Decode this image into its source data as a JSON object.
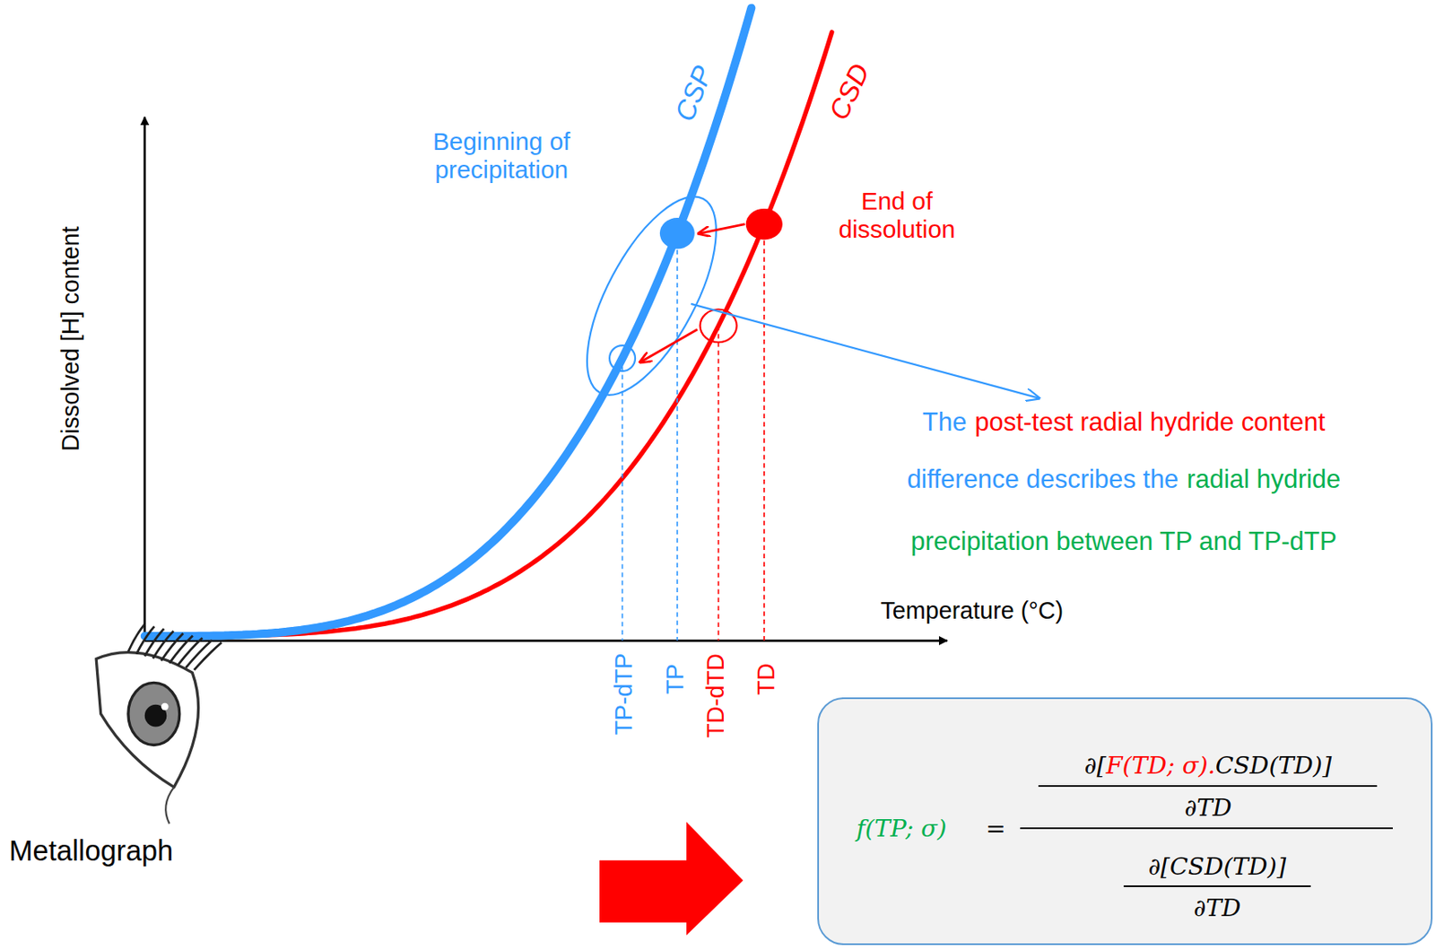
{
  "diagram": {
    "nodes": [
      {
        "text": [
          "f(TP; σ)",
          "=",
          "∂[",
          "F(TD; σ).",
          "CSD(TD)]",
          "∂TD",
          "∂[CSD(TD)]",
          "∂TD"
        ]
      }
    ],
    "labels": [
      "Dissolved [H] content",
      "Temperature (°C)",
      "CSP",
      "CSD",
      "Beginning of precipitation",
      "End of dissolution",
      "The",
      "post-test radial hydride content",
      "difference describes the",
      "radial hydride",
      "precipitation between TP and TP-dTP",
      "TP-dTP",
      "TP",
      "TD-dTD",
      "TD",
      "Metallograph"
    ]
  }
}
